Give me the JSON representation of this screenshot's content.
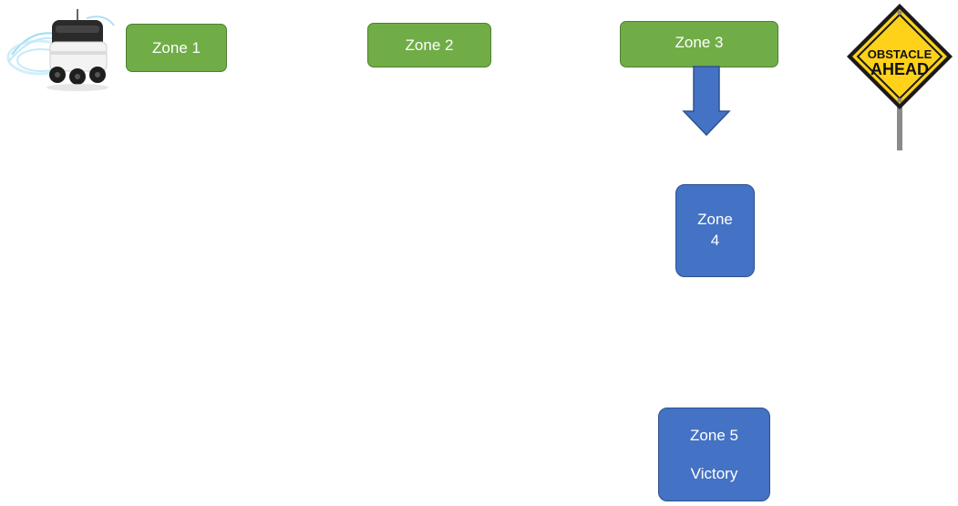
{
  "zones": {
    "zone1": {
      "label": "Zone 1"
    },
    "zone2": {
      "label": "Zone 2"
    },
    "zone3": {
      "label": "Zone 3"
    },
    "zone4": {
      "line1": "Zone",
      "line2": "4"
    },
    "zone5": {
      "line1": "Zone 5",
      "line2": "Victory"
    }
  },
  "sign": {
    "line1": "OBSTACLE",
    "line2": "AHEAD"
  },
  "colors": {
    "green_box": "#70ad47",
    "blue_box": "#4472c4",
    "sign_yellow": "#ffd21a"
  },
  "icons": [
    "delivery-robot-icon",
    "down-arrow-icon",
    "obstacle-sign-icon"
  ]
}
